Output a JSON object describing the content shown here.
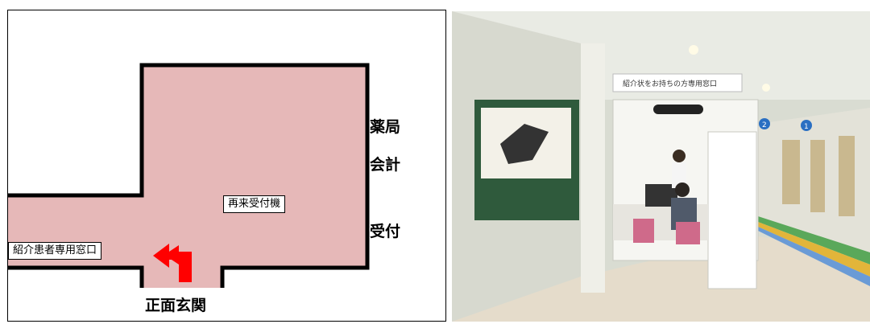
{
  "map": {
    "label_pharmacy": "薬局",
    "label_cashier": "会計",
    "label_reception": "受付",
    "label_entrance": "正面玄関",
    "label_reentry_machine": "再来受付機",
    "label_referral_window": "紹介患者専用窓口",
    "colors": {
      "floor": "#e6b8b8",
      "arrow": "#ff0000",
      "wall": "#000000"
    }
  },
  "photo": {
    "sign_text": "紹介状をお持ちの方専用窓口",
    "marker_1": "1",
    "marker_2": "2"
  }
}
